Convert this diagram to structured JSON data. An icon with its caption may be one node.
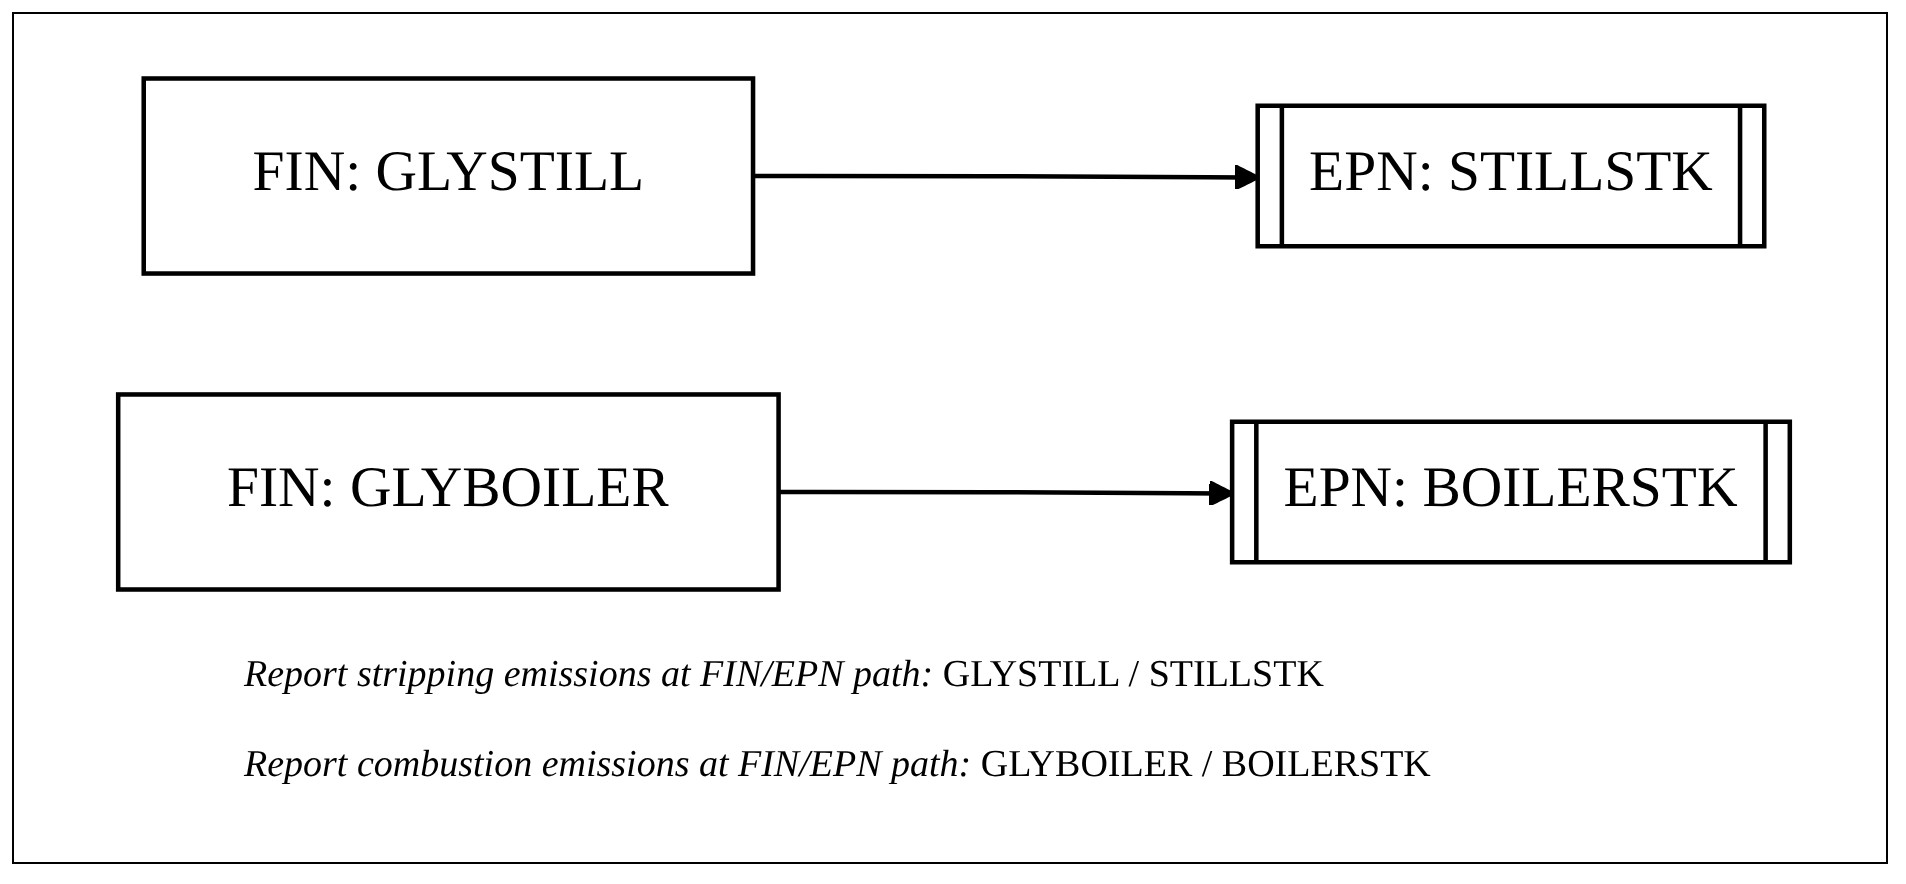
{
  "diagram": {
    "nodes": [
      {
        "text": [
          "FIN: GLYSTILL"
        ]
      },
      {
        "text": [
          "EPN: STILLSTK"
        ]
      },
      {
        "text": [
          "FIN: GLYBOILER"
        ]
      },
      {
        "text": [
          "EPN: BOILERSTK"
        ]
      }
    ],
    "edges": [
      {
        "from": 0,
        "to": 1,
        "arrow": "to"
      },
      {
        "from": 2,
        "to": 3,
        "arrow": "to"
      }
    ],
    "labels": [
      "*Report stripping emissions at FIN/EPN path:* GLYSTILL / STILLSTK",
      "*Report combustion emissions at FIN/EPN path:* GLYBOILER / BOILERSTK"
    ]
  }
}
